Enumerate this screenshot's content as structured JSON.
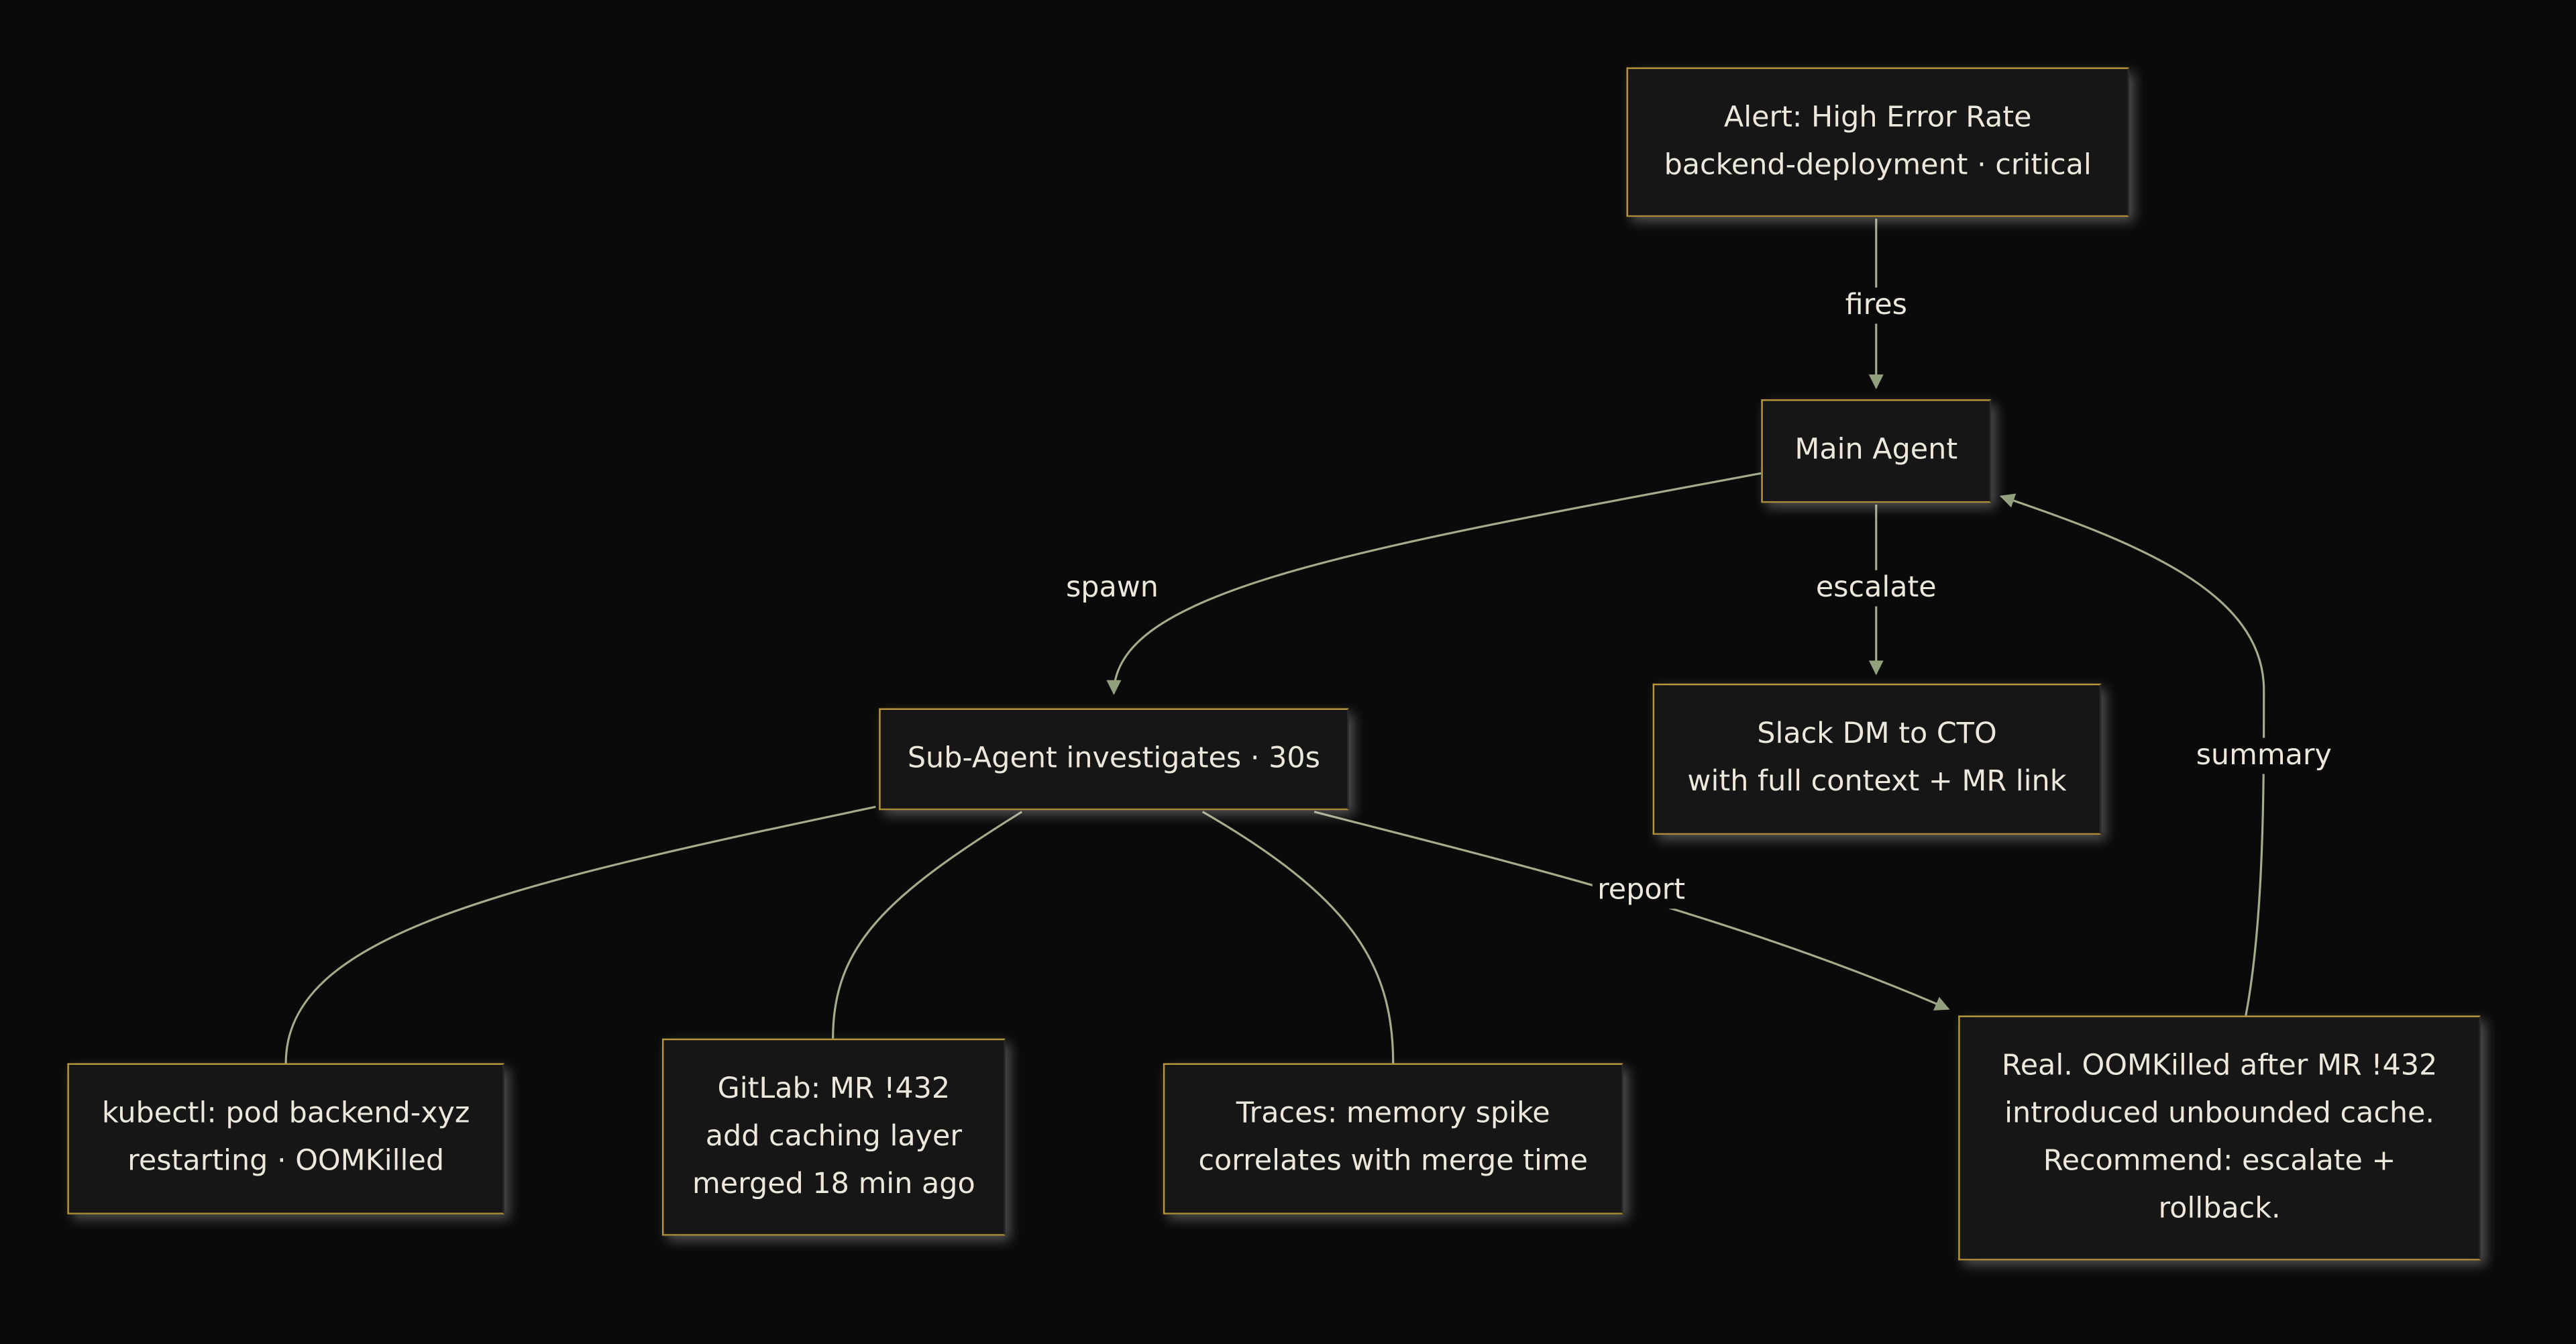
{
  "nodes": {
    "alert": [
      "Alert: High Error Rate",
      "backend-deployment · critical"
    ],
    "main_agent": [
      "Main Agent"
    ],
    "sub_agent": [
      "Sub-Agent investigates · 30s"
    ],
    "slack": [
      "Slack DM to CTO",
      "with full context + MR link"
    ],
    "kubectl": [
      "kubectl: pod backend-xyz",
      "restarting · OOMKilled"
    ],
    "gitlab": [
      "GitLab: MR !432",
      "add caching layer",
      "merged 18 min ago"
    ],
    "traces": [
      "Traces: memory spike",
      "correlates with merge time"
    ],
    "result": [
      "Real. OOMKilled after MR !432",
      "introduced unbounded cache.",
      "Recommend: escalate +",
      "rollback."
    ]
  },
  "edges": {
    "fires": "fires",
    "spawn": "spawn",
    "escalate": "escalate",
    "report": "report",
    "summary": "summary"
  },
  "colors": {
    "edge": "#a3ad8c",
    "border": "#b8963c",
    "node_bg": "#161616",
    "bg": "#0a0a0a"
  }
}
